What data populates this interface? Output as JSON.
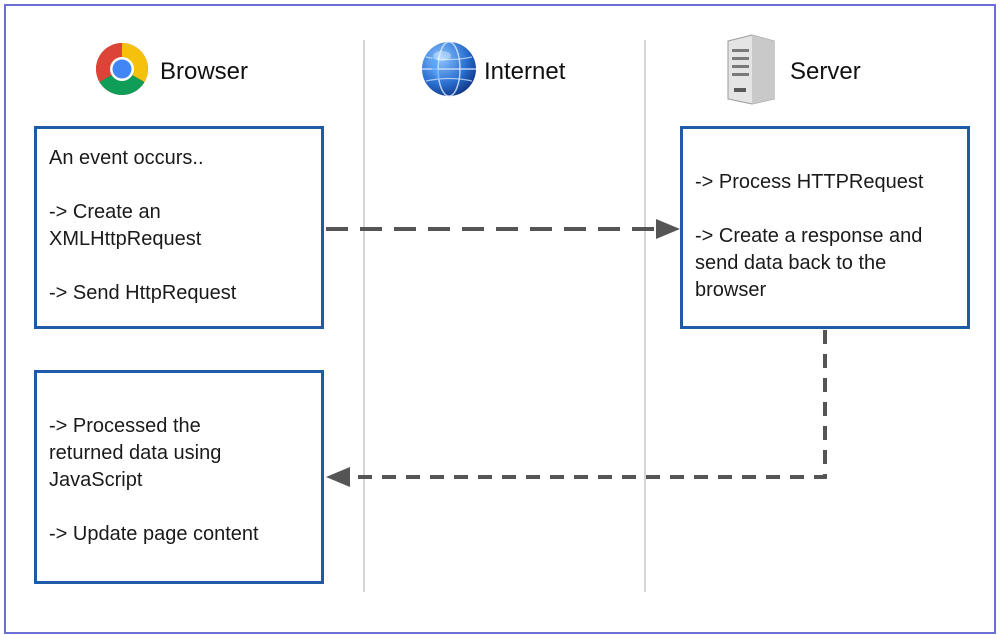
{
  "lanes": {
    "browser": {
      "label": "Browser",
      "icon": "chrome-browser-icon"
    },
    "internet": {
      "label": "Internet",
      "icon": "globe-icon"
    },
    "server": {
      "label": "Server",
      "icon": "server-tower-icon"
    }
  },
  "boxes": {
    "browser_request": {
      "line1": "An event occurs..",
      "line2": "-> Create an",
      "line3": "XMLHttpRequest",
      "line4": "-> Send HttpRequest"
    },
    "server_process": {
      "line1": "-> Process HTTPRequest",
      "line2": "-> Create a response and",
      "line3": "send data back to the",
      "line4": "browser"
    },
    "browser_response": {
      "line1": "-> Processed the",
      "line2": "returned data using",
      "line3": "JavaScript",
      "line4": "-> Update page content"
    }
  },
  "colors": {
    "frame": "#6a6fd3",
    "box_border": "#1f5aa6",
    "arrow": "#555555",
    "divider": "#d5d5d5"
  }
}
